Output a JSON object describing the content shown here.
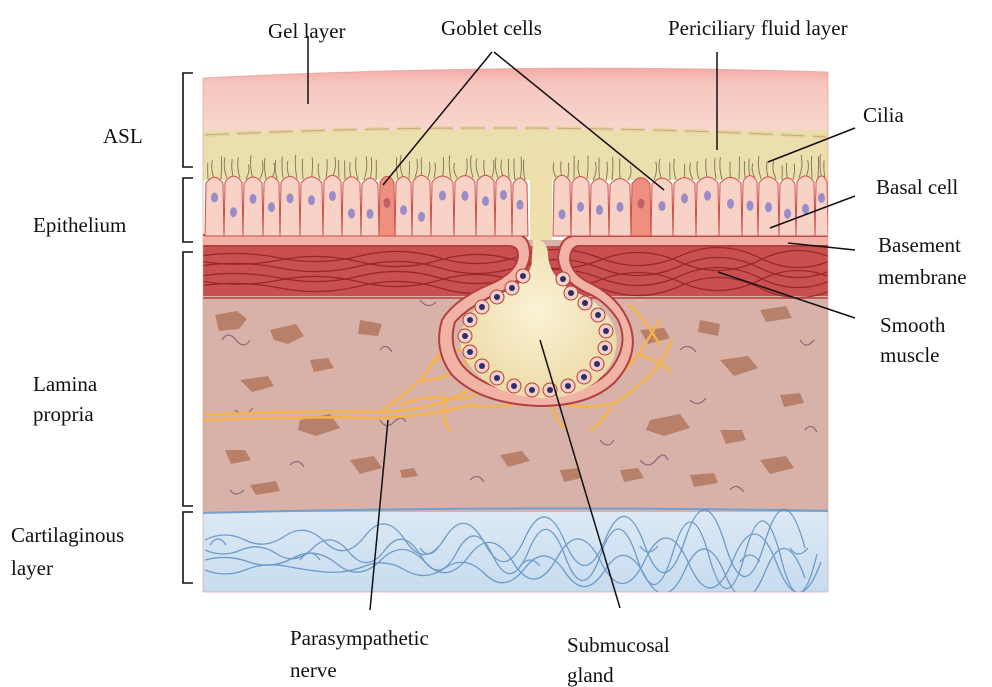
{
  "labels": {
    "gel_layer": "Gel layer",
    "goblet_cells": "Goblet cells",
    "periciliary_fluid_layer": "Periciliary fluid layer",
    "cilia": "Cilia",
    "basal_cell": "Basal cell",
    "basement_membrane_1": "Basement",
    "basement_membrane_2": "membrane",
    "smooth_muscle_1": "Smooth",
    "smooth_muscle_2": "muscle",
    "asl": "ASL",
    "epithelium": "Epithelium",
    "lamina_propria_1": "Lamina",
    "lamina_propria_2": "propria",
    "cartilaginous_layer_1": "Cartilaginous",
    "cartilaginous_layer_2": "layer",
    "parasympathetic_nerve_1": "Parasympathetic",
    "parasympathetic_nerve_2": "nerve",
    "submucosal_gland_1": "Submucosal",
    "submucosal_gland_2": "gland"
  },
  "colors": {
    "gel_layer": "#f3c3bd",
    "periciliary": "#ecdfae",
    "epithelial_cell": "#f8d2c6",
    "goblet_cell": "#ee8f7f",
    "nucleus": "#9a8cc6",
    "smooth_muscle": "#c84444",
    "lamina_propria": "#d8b0a6",
    "fibroblast": "#b47a5e",
    "nerve": "#f4b24a",
    "cartilage": "#cfe0f0",
    "cartilage_fiber": "#5d8fc0",
    "gland_lumen": "#f4e9bd",
    "gland_nucleus": "#2c2c6e"
  }
}
